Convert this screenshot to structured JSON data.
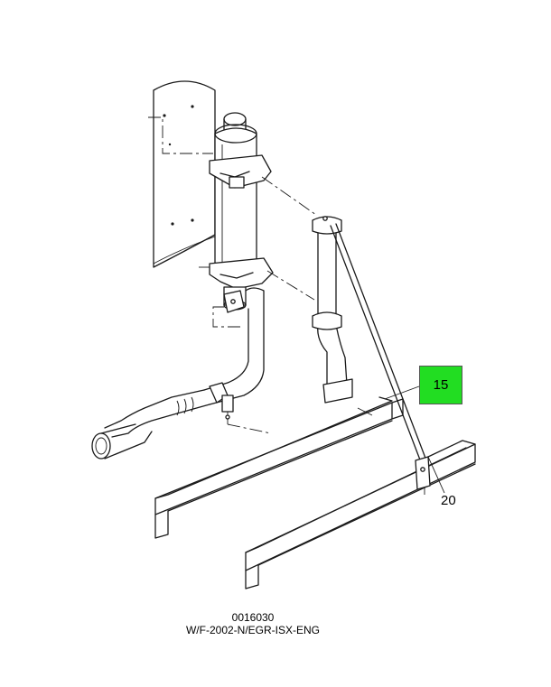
{
  "callouts": {
    "part_15": "15",
    "part_20": "20"
  },
  "caption": {
    "drawing_number": "0016030",
    "drawing_reference": "W/F-2002-N/EGR-ISX-ENG"
  },
  "colors": {
    "highlight": "#22dd22",
    "line": "#1a1a1a"
  }
}
